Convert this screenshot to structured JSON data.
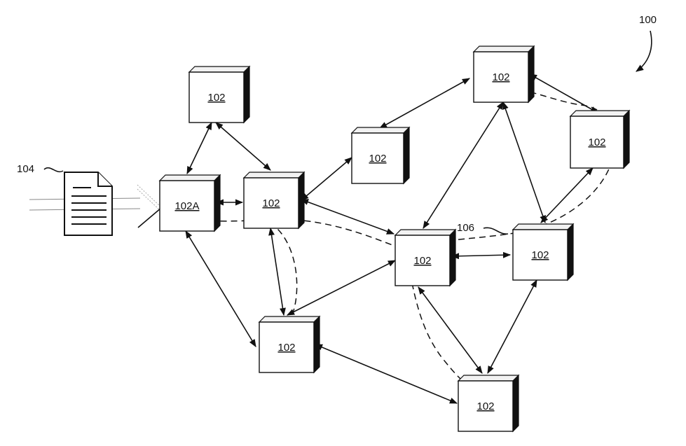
{
  "figure_ref": "100",
  "document_ref": "104",
  "path_ref": "106",
  "nodes": [
    {
      "id": "n1",
      "label": "102"
    },
    {
      "id": "n2",
      "label": "102A"
    },
    {
      "id": "n3",
      "label": "102"
    },
    {
      "id": "n4",
      "label": "102"
    },
    {
      "id": "n5",
      "label": "102"
    },
    {
      "id": "n6",
      "label": "102"
    },
    {
      "id": "n7",
      "label": "102"
    },
    {
      "id": "n8",
      "label": "102"
    },
    {
      "id": "n9",
      "label": "102"
    },
    {
      "id": "n10",
      "label": "102"
    }
  ]
}
